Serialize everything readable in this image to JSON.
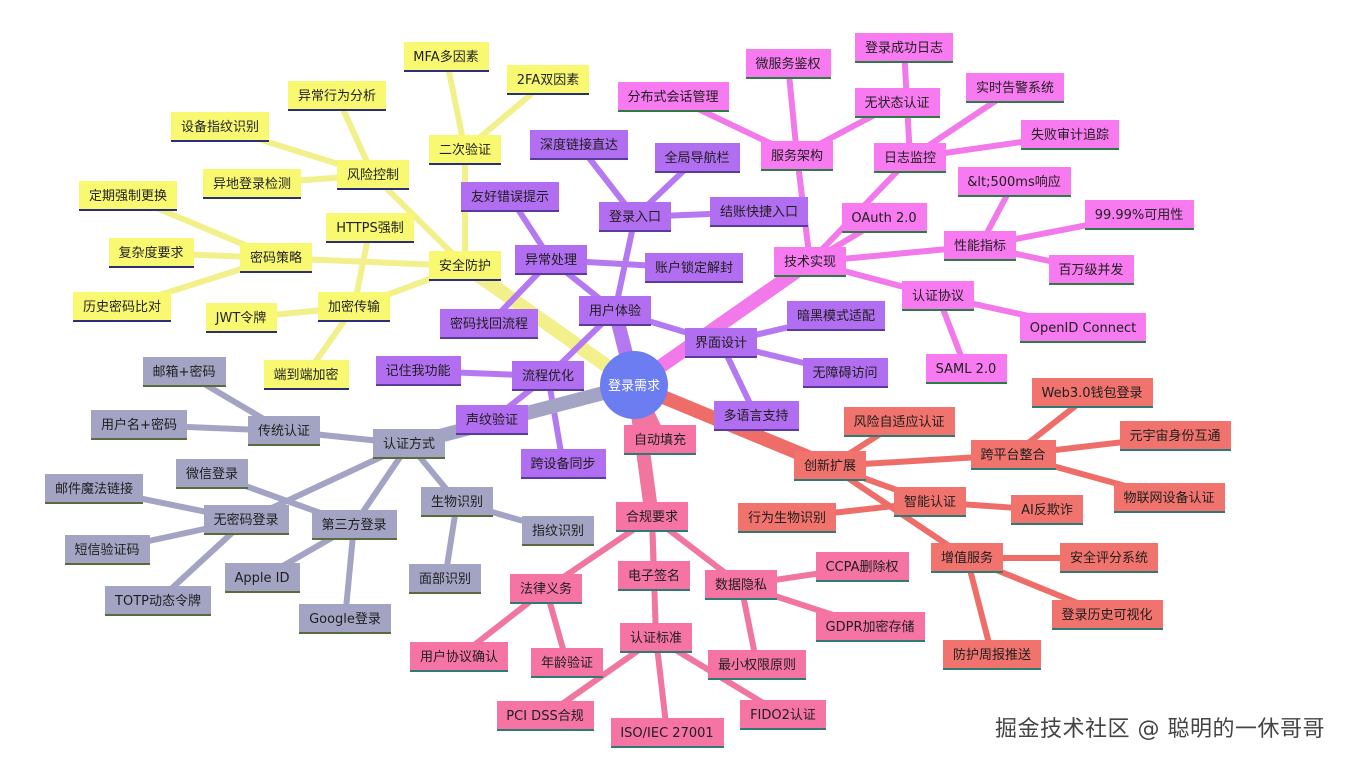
{
  "colors": {
    "root": "#6b7df0",
    "yellow": "#f9f871",
    "yellow_line": "#f2f08a",
    "yellow_under": "#2b2f7a",
    "purple": "#b16ef0",
    "purple_line": "#b478f0",
    "purple_under": "#5a3a9a",
    "magenta": "#f77af0",
    "magenta_line": "#f279ea",
    "magenta_under": "#2e7a45",
    "gray": "#a3a4c4",
    "gray_line": "#a3a4c4",
    "gray_under": "#5a6a3a",
    "pink": "#f574a3",
    "pink_line": "#f0769f",
    "pink_under": "#2f7a75",
    "red": "#f1736d",
    "red_line": "#ee6d68",
    "red_under": "#2f7a75"
  },
  "root": "登录需求",
  "nodes": {
    "n_sec": "安全防护",
    "n_2fa": "二次验证",
    "n_mfa": "MFA多因素",
    "n_2fa2": "2FA双因素",
    "n_risk": "风险控制",
    "n_abn": "异常行为分析",
    "n_dev": "设备指纹识别",
    "n_geo": "异地登录检测",
    "n_pwd": "密码策略",
    "n_exp": "定期强制更换",
    "n_cpx": "复杂度要求",
    "n_his": "历史密码比对",
    "n_enc": "加密传输",
    "n_https": "HTTPS强制",
    "n_jwt": "JWT令牌",
    "n_e2e": "端到端加密",
    "n_ux": "用户体验",
    "n_entry": "登录入口",
    "n_deep": "深度链接直达",
    "n_nav": "全局导航栏",
    "n_chk": "结账快捷入口",
    "n_exc": "异常处理",
    "n_err": "友好错误提示",
    "n_lock": "账户锁定解封",
    "n_rec": "密码找回流程",
    "n_flow": "流程优化",
    "n_rem": "记住我功能",
    "n_voice": "声纹验证",
    "n_sync": "跨设备同步",
    "n_ui": "界面设计",
    "n_dark": "暗黑模式适配",
    "n_a11y": "无障碍访问",
    "n_i18n": "多语言支持",
    "n_tech": "技术实现",
    "n_svc": "服务架构",
    "n_msa": "微服务鉴权",
    "n_dss": "分布式会话管理",
    "n_sless": "无状态认证",
    "n_log": "日志监控",
    "n_succ": "登录成功日志",
    "n_alert": "实时告警系统",
    "n_fail": "失败审计追踪",
    "n_oauth": "OAuth 2.0",
    "n_perf": "性能指标",
    "n_lat": "&lt;500ms响应",
    "n_avail": "99.99%可用性",
    "n_conc": "百万级并发",
    "n_proto": "认证协议",
    "n_oidc": "OpenID Connect",
    "n_saml": "SAML 2.0",
    "n_auth": "认证方式",
    "n_trad": "传统认证",
    "n_email": "邮箱+密码",
    "n_user": "用户名+密码",
    "n_pless": "无密码登录",
    "n_magic": "邮件魔法链接",
    "n_sms": "短信验证码",
    "n_totp": "TOTP动态令牌",
    "n_third": "第三方登录",
    "n_wx": "微信登录",
    "n_apple": "Apple ID",
    "n_google": "Google登录",
    "n_bio": "生物识别",
    "n_finger": "指纹识别",
    "n_face": "面部识别",
    "n_auto": "自动填充",
    "n_comp": "合规要求",
    "n_law": "法律义务",
    "n_agree": "用户协议确认",
    "n_age": "年龄验证",
    "n_esig": "电子签名",
    "n_cert": "认证标准",
    "n_pci": "PCI DSS合规",
    "n_iso": "ISO/IEC 27001",
    "n_fido": "FIDO2认证",
    "n_priv": "数据隐私",
    "n_ccpa": "CCPA删除权",
    "n_gdpr": "GDPR加密存储",
    "n_min": "最小权限原则",
    "n_inno": "创新扩展",
    "n_radp": "风险自适应认证",
    "n_cross": "跨平台整合",
    "n_web3": "Web3.0钱包登录",
    "n_meta": "元宇宙身份互通",
    "n_iot": "物联网设备认证",
    "n_smart": "智能认证",
    "n_behav": "行为生物识别",
    "n_ai": "AI反欺诈",
    "n_vas": "增值服务",
    "n_score": "安全评分系统",
    "n_hist": "登录历史可视化",
    "n_weekly": "防护周报推送"
  },
  "watermark": "掘金技术社区 @ 聪明的一休哥哥"
}
